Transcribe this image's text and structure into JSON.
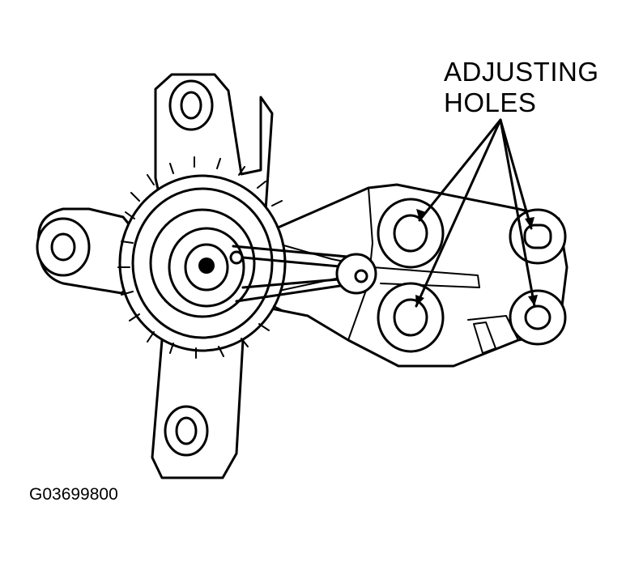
{
  "callout": {
    "line1": "ADJUSTING",
    "line2": "HOLES"
  },
  "figure_id": "G03699800"
}
